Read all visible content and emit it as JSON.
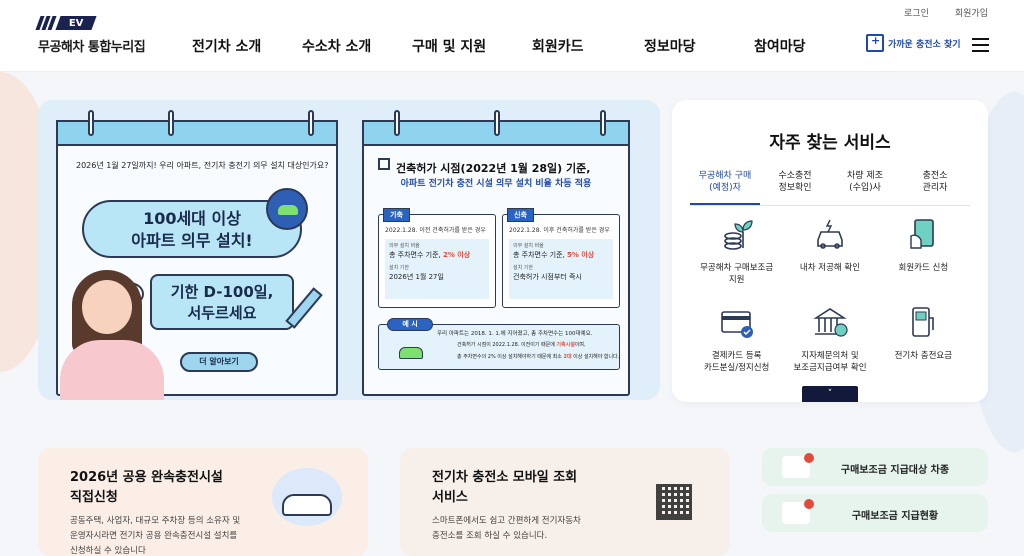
{
  "header": {
    "logo_badge": "EV",
    "logo_name": "무공해차 통합누리집",
    "util": [
      "로그인",
      "회원가입"
    ],
    "nav": [
      "전기차 소개",
      "수소차 소개",
      "구매 및 지원",
      "회원카드",
      "정보마당",
      "참여마당"
    ],
    "find_station": "가까운 충전소 찾기"
  },
  "banner": {
    "question": "2026년 1월 27일까지! 우리 아파트, 전기차 충전기 의무 설치 대상인가요?",
    "pill1_l1": "100세대 이상",
    "pill1_l2": "아파트 의무 설치!",
    "pill2_l1": "기한 D-100일,",
    "pill2_l2": "서두르세요",
    "more": "더 알아보기",
    "title": "건축허가 시점(2022년 1월 28일) 기준,",
    "subtitle": "아파트 전기차 충전 시설 의무 설치 비율 차등 적용",
    "existing": {
      "tag": "기축",
      "desc": "2022.1.28. 이전 건축허가를 받은 경우",
      "s1": "의무 설치 비율",
      "v1_pre": "총 주차면수 기준, ",
      "v1_hl": "2% 이상",
      "s2": "설치 기한",
      "v2": "2026년 1월 27일"
    },
    "new": {
      "tag": "신축",
      "desc": "2022.1.28. 이후 건축허가를 받은 경우",
      "s1": "의무 설치 비율",
      "v1_pre": "총 주차면수 기준, ",
      "v1_hl": "5% 이상",
      "s2": "설치 기한",
      "v2": "건축허가 시점부터 즉시"
    },
    "example": {
      "tag": "예 시",
      "t1": "우리 아파트는 2018. 1. 1.에 지어졌고, 총 주차면수는 100대예요.",
      "t2_pre": "건축허가 시점이 2022.1.28. 이전이기 때문에 ",
      "t2_hl": "기축시설",
      "t2_post": "이며,",
      "t3_pre": "총 주차면수의 2% 이상 설치해야하기 때문에 최소 ",
      "t3_hl": "2대",
      "t3_post": " 이상 설치해야 합니다."
    }
  },
  "services": {
    "title": "자주 찾는 서비스",
    "tabs": [
      {
        "l1": "무공해차 구매",
        "l2": "(예정)자"
      },
      {
        "l1": "수소충전",
        "l2": "정보확인"
      },
      {
        "l1": "차량 제조",
        "l2": "(수입)사"
      },
      {
        "l1": "충전소",
        "l2": "관리자"
      }
    ],
    "items": [
      {
        "l1": "무공해차 구매보조금",
        "l2": "지원",
        "icon": "coins-plant-icon"
      },
      {
        "l1": "내차 저공해 확인",
        "l2": "",
        "icon": "car-check-icon"
      },
      {
        "l1": "회원카드 신청",
        "l2": "",
        "icon": "card-hand-icon"
      },
      {
        "l1": "결제카드 등록",
        "l2": "카드분실/정지신청",
        "icon": "payment-card-icon"
      },
      {
        "l1": "지자체문의처 및",
        "l2": "보조금지급여부 확인",
        "icon": "building-coin-icon"
      },
      {
        "l1": "전기차 충전요금",
        "l2": "",
        "icon": "charger-icon"
      }
    ],
    "collapse": "˅"
  },
  "cards": {
    "c1_title_l1": "2026년 공용 완속충전시설",
    "c1_title_l2": "직접신청",
    "c1_desc_l1": "공동주택, 사업자, 대규모 주차장 등의 소유자 및",
    "c1_desc_l2": "운영자시라면 전기차 공용 완속충전시설 설치를",
    "c1_desc_l3": "신청하실 수 있습니다",
    "c2_title_l1": "전기차 충전소 모바일 조회",
    "c2_title_l2": "서비스",
    "c2_desc_l1": "스마트폰에서도 쉽고 간편하게 전기자동차",
    "c2_desc_l2": "충전소를 조회 하실 수 있습니다."
  },
  "quick_links": [
    "구매보조금 지급대상 차종",
    "구매보조금 지급현황"
  ]
}
